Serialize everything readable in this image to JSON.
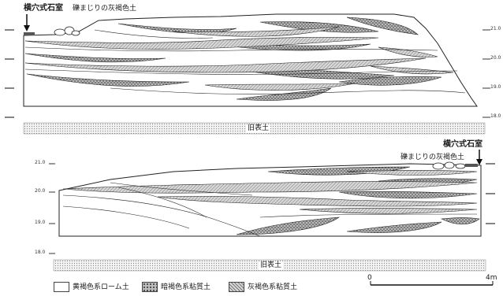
{
  "top_section": {
    "feature_label": "横穴式石室",
    "layer_label": "礫まじりの灰褐色土",
    "elevations": [
      "21.0",
      "20.0",
      "19.0",
      "18.0"
    ],
    "base_label": "旧表土"
  },
  "bottom_section": {
    "feature_label": "横穴式石室",
    "layer_label": "礫まじりの灰褐色土",
    "elevations": [
      "21.0",
      "20.0",
      "19.0",
      "18.0"
    ],
    "base_label": "旧表土"
  },
  "legend": {
    "items": [
      {
        "label": "黄褐色系ローム土",
        "fill": "plain"
      },
      {
        "label": "暗褐色系粘質土",
        "fill": "stipple"
      },
      {
        "label": "灰褐色系粘質土",
        "fill": "hatch"
      }
    ],
    "scale_start": "0",
    "scale_end": "4m"
  }
}
